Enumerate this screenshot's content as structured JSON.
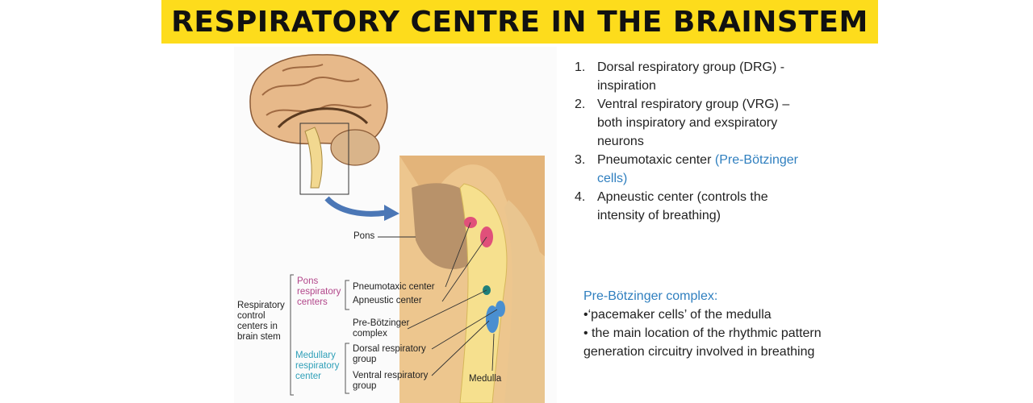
{
  "title": "RESPIRATORY CENTRE IN THE BRAINSTEM",
  "figure": {
    "labels": {
      "pons": "Pons",
      "pons_group_1": "Pons",
      "pons_group_2": "respiratory",
      "pons_group_3": "centers",
      "resp_1": "Respiratory",
      "resp_2": "control",
      "resp_3": "centers in",
      "resp_4": "brain stem",
      "pneumotaxic": "Pneumotaxic center",
      "apneustic": "Apneustic center",
      "prebot_1": "Pre-Bötzinger",
      "prebot_2": "complex",
      "med_group_1": "Medullary",
      "med_group_2": "respiratory",
      "med_group_3": "center",
      "drg_1": "Dorsal respiratory",
      "drg_2": "group",
      "vrg_1": "Ventral respiratory",
      "vrg_2": "group",
      "medulla": "Medulla"
    },
    "colors": {
      "pons_center": "#E0507A",
      "prebot": "#1F7F7A",
      "medullary": "#4A8FD0",
      "pink_text": "#B2468A",
      "teal_text": "#2E9FB8"
    }
  },
  "list": [
    {
      "num": "1.",
      "text": "Dorsal respiratory group (DRG) - inspiration",
      "highlight": ""
    },
    {
      "num": "2.",
      "text": "Ventral respiratory group (VRG) – both inspiratory and exspiratory neurons",
      "highlight": ""
    },
    {
      "num": "3.",
      "text": "Pneumotaxic center ",
      "highlight": "(Pre-Bötzinger cells)"
    },
    {
      "num": "4.",
      "text": "Apneustic center (controls the intensity of breathing)",
      "highlight": ""
    }
  ],
  "notes": {
    "heading": "Pre-Bötzinger complex:",
    "line_1": "•‘pacemaker cells’ of the medulla",
    "line_2": "• the main location of the rhythmic pattern generation circuitry involved in breathing"
  }
}
